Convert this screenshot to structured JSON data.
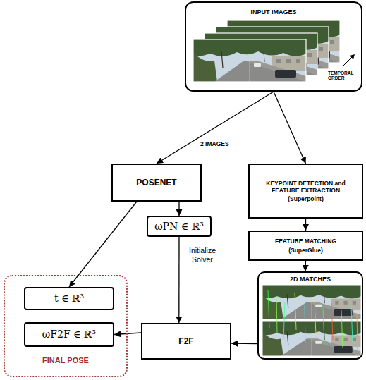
{
  "diagram": {
    "nodes": [
      {
        "text": [
          "INPUT IMAGES",
          "TEMPORAL ORDER"
        ]
      },
      {
        "text": [
          "POSENET"
        ]
      },
      {
        "text": [
          "KEYPOINT DETECTION and FEATURE EXTRACTION",
          "(Superpoint)"
        ]
      },
      {
        "text": [
          "FEATURE MATCHING",
          "(SuperGlue)"
        ]
      },
      {
        "text": [
          "ωPN ∈ ℝ³"
        ]
      },
      {
        "text": [
          "2D MATCHES"
        ]
      },
      {
        "text": [
          "FINAL POSE"
        ]
      },
      {
        "text": [
          "t ∈ ℝ³"
        ],
        "in": 6
      },
      {
        "text": [
          "ωF2F ∈ ℝ³"
        ],
        "in": 6
      },
      {
        "text": [
          "F2F"
        ]
      }
    ],
    "edges": [
      {
        "from": 0,
        "to": 1,
        "arrow": "to"
      },
      {
        "from": 0,
        "to": 2,
        "arrow": "to"
      },
      {
        "from": 1,
        "to": 7,
        "arrow": "to"
      },
      {
        "from": 1,
        "to": 4,
        "arrow": "to"
      },
      {
        "from": 4,
        "to": 9,
        "label": "Initialize Solver",
        "arrow": "to"
      },
      {
        "from": 2,
        "to": 3,
        "arrow": "to"
      },
      {
        "from": 3,
        "to": 5,
        "arrow": "to"
      },
      {
        "from": 5,
        "to": 9,
        "arrow": "to"
      },
      {
        "from": 9,
        "to": 8,
        "arrow": "to"
      }
    ],
    "labels": [
      "2 IMAGES"
    ]
  }
}
